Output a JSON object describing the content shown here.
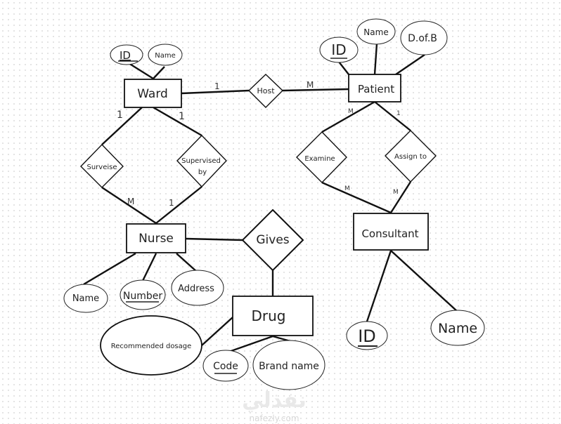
{
  "diagram": {
    "type": "ER diagram",
    "entities": {
      "ward": "Ward",
      "patient": "Patient",
      "nurse": "Nurse",
      "consultant": "Consultant",
      "drug": "Drug"
    },
    "relationships": {
      "host": "Host",
      "surveise": "Surveise",
      "supervised_by_line1": "Supervised",
      "supervised_by_line2": "by",
      "examine": "Examine",
      "assign_to": "Assign to",
      "gives": "Gives"
    },
    "attributes": {
      "ward_id": "ID",
      "ward_name": "Name",
      "patient_id": "ID",
      "patient_name": "Name",
      "patient_dob": "D.of.B",
      "nurse_name": "Name",
      "nurse_number": "Number",
      "nurse_address": "Address",
      "consultant_id": "ID",
      "consultant_name": "Name",
      "drug_dosage": "Recommended dosage",
      "drug_code": "Code",
      "drug_brand": "Brand name"
    },
    "cardinalities": {
      "ward_host": "1",
      "host_patient": "M",
      "ward_surveise": "1",
      "ward_supervised": "1",
      "surveise_nurse": "M",
      "supervised_nurse": "1",
      "patient_examine": "M",
      "patient_assign": "1",
      "examine_consultant": "M",
      "assign_consultant": "M"
    }
  },
  "watermark": {
    "arabic": "نفذلي",
    "latin": "nafezly.com"
  }
}
